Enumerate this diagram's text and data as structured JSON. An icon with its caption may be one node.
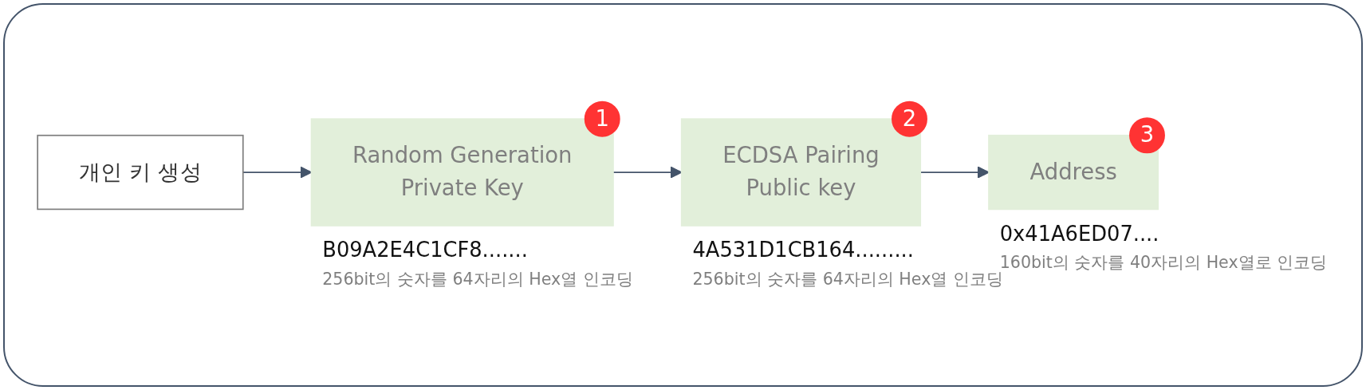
{
  "diagram": {
    "nodes": [
      {
        "text": [
          "개인 키 생성"
        ]
      },
      {
        "text": [
          "Random Generation",
          "Private Key"
        ],
        "beside": [
          "B09A2E4C1CF8.......",
          "256bit의 숫자를 64자리의 Hex열 인코딩"
        ]
      },
      {
        "text": [
          "1"
        ]
      },
      {
        "text": [
          "ECDSA Pairing",
          "Public key"
        ],
        "beside": [
          "4A531D1CB164.........",
          "256bit의 숫자를 64자리의 Hex열 인코딩"
        ]
      },
      {
        "text": [
          "2"
        ]
      },
      {
        "text": [
          "Address"
        ],
        "beside": [
          "0x41A6ED07....",
          "160bit의 숫자를 40자리의 Hex열로 인코딩"
        ]
      },
      {
        "text": [
          "3"
        ]
      }
    ],
    "edges": [
      {
        "from": 0,
        "to": 1,
        "arrow": "to"
      },
      {
        "from": 1,
        "to": 3,
        "arrow": "to"
      },
      {
        "from": 3,
        "to": 5,
        "arrow": "to"
      }
    ]
  }
}
